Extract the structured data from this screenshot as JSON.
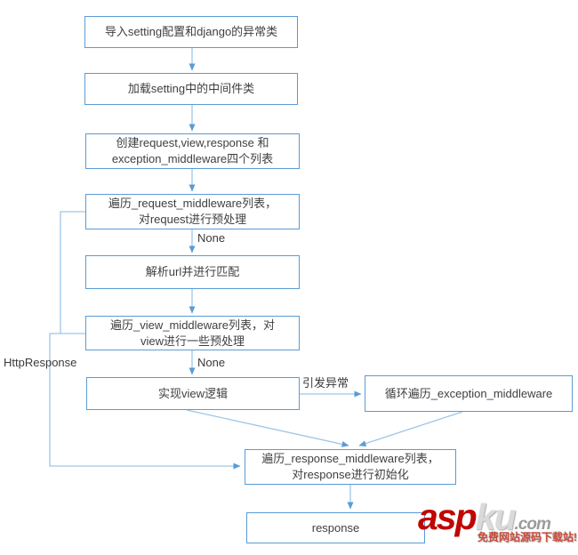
{
  "diagram": {
    "type": "flowchart",
    "topic": "django middleware request/response flow",
    "colors": {
      "box_border": "#5b9bd5",
      "connector_line": "#9dc6e8",
      "arrowhead": "#5b9bd5",
      "text": "#3f3f3f",
      "background": "#ffffff"
    },
    "nodes": {
      "import_settings": {
        "label": "导入setting配置和django的异常类"
      },
      "load_middleware": {
        "label": "加载setting中的中间件类"
      },
      "create_lists": {
        "line1": "创建request,view,response 和",
        "line2": "exception_middleware四个列表"
      },
      "request_middleware": {
        "line1": "遍历_request_middleware列表，",
        "line2": "对request进行预处理"
      },
      "parse_url": {
        "label": "解析url并进行匹配"
      },
      "view_middleware": {
        "line1": "遍历_view_middleware列表，对",
        "line2": "view进行一些预处理"
      },
      "view_logic": {
        "label": "实现view逻辑"
      },
      "exception_middleware": {
        "label": "循环遍历_exception_middleware"
      },
      "response_middleware": {
        "line1": "遍历_response_middleware列表，",
        "line2": "对response进行初始化"
      },
      "response": {
        "label": "response"
      }
    },
    "edge_labels": {
      "none_after_request": "None",
      "none_after_view": "None",
      "raise_exception": "引发异常",
      "http_response": "HttpResponse"
    }
  },
  "watermark": {
    "brand_part1": "asp",
    "brand_part2": "ku",
    "domain_suffix": ".com",
    "tagline": "免费网站源码下载站!",
    "brand_color": "#c00504"
  }
}
